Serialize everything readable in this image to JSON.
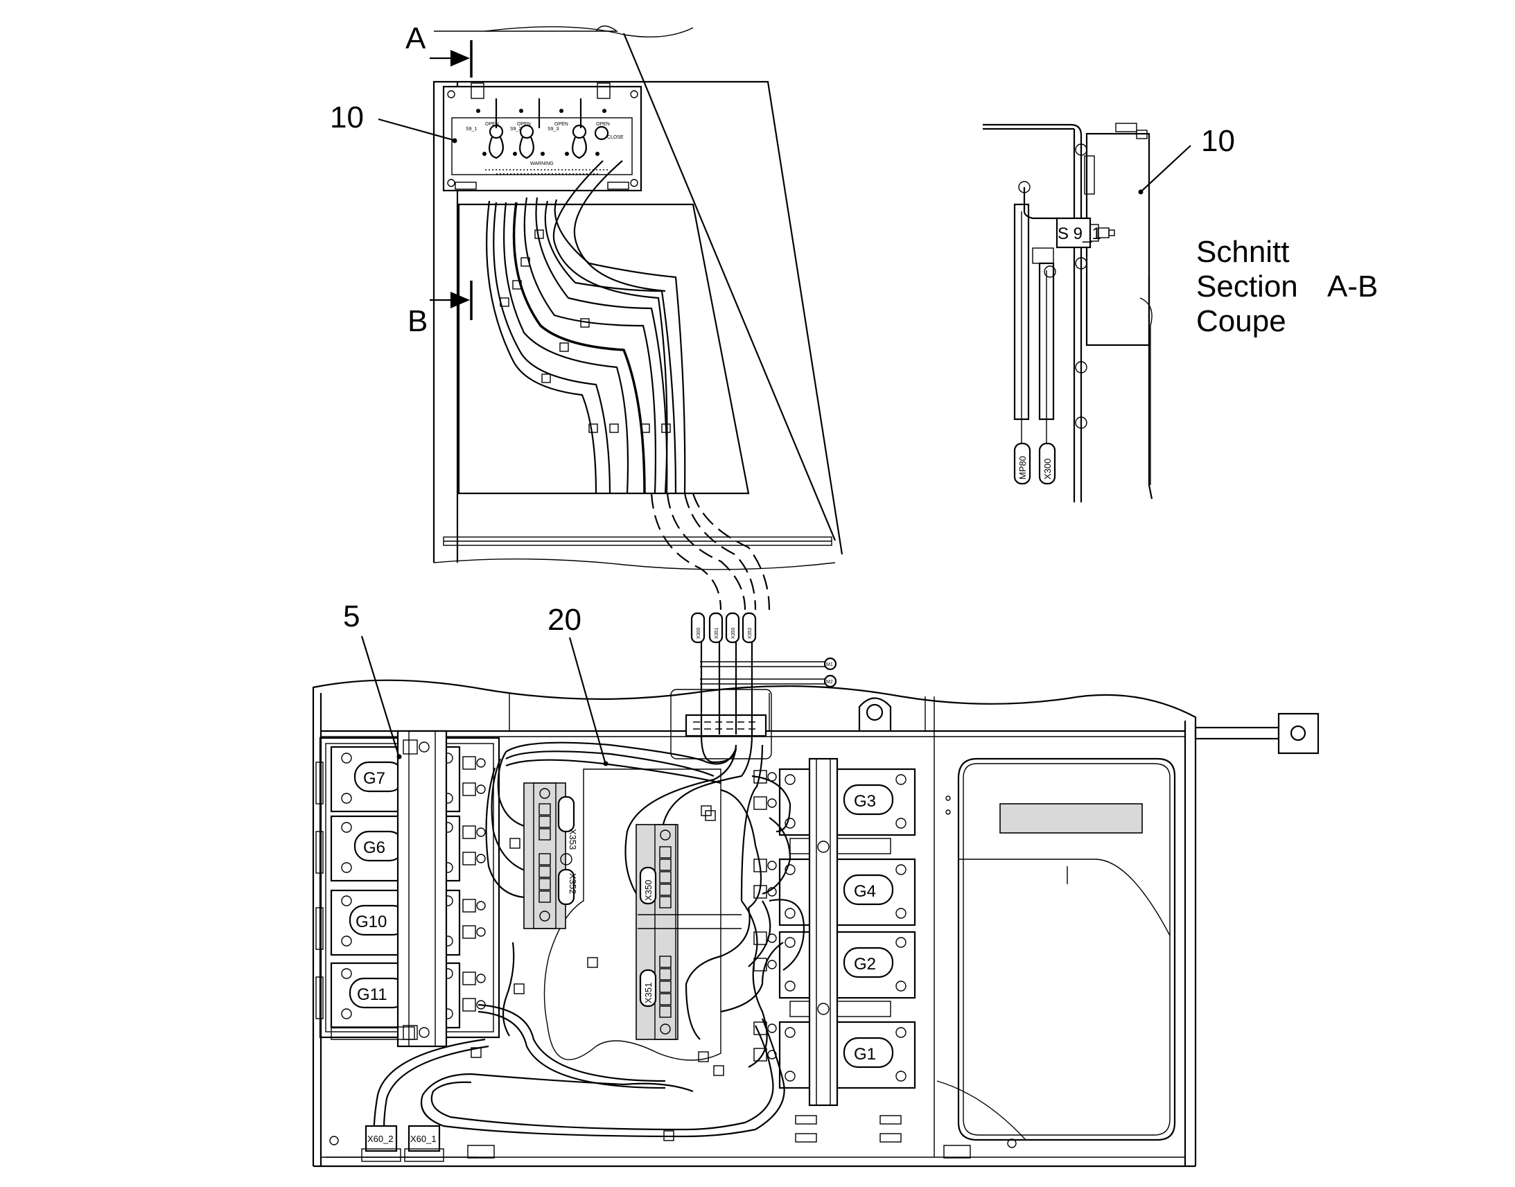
{
  "section_view": {
    "marker_a": "A",
    "marker_b": "B",
    "title_de": "Schnitt",
    "title_en": "Section",
    "title_ab": "A-B",
    "title_fr": "Coupe",
    "switch_tag": "S 9_1"
  },
  "callouts": {
    "item_10_top": "10",
    "item_10_section": "10",
    "item_5": "5",
    "item_20": "20"
  },
  "cable_tags": {
    "mp80": "MP80",
    "x300": "X300"
  },
  "panel": {
    "plate_heading": "WARNING",
    "switch_labels": [
      "OPEN",
      "OPEN",
      "OPEN",
      "OPEN"
    ],
    "switch_ids": [
      "S9_1",
      "S9_2",
      "S9_3"
    ],
    "close_label": "CLOSE"
  },
  "feed_tags": [
    "X300",
    "X351",
    "X350",
    "X352"
  ],
  "fuse_tags": [
    "M1",
    "M2"
  ],
  "terminals": [
    "X353",
    "X352",
    "X350",
    "X351"
  ],
  "connectors": [
    "X60_2",
    "X60_1"
  ],
  "modules_left": [
    "G7",
    "G6",
    "G10",
    "G11"
  ],
  "modules_right": [
    "G3",
    "G4",
    "G2",
    "G1"
  ],
  "accent_colors": {
    "line": "#000000",
    "fill": "#ffffff",
    "shade": "#d9d9d9"
  }
}
